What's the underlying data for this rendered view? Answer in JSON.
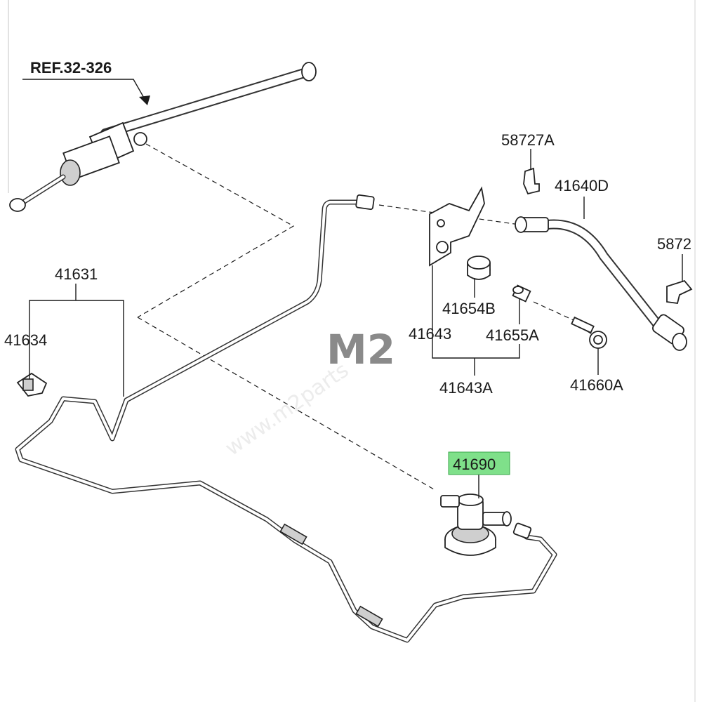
{
  "diagram": {
    "labels": {
      "ref": "REF.32-326",
      "l41631": "41631",
      "l41634": "41634",
      "l58727A": "58727A",
      "l41640D": "41640D",
      "l5872_cut": "5872",
      "l41643": "41643",
      "l41654B": "41654B",
      "l41655A": "41655A",
      "l41643A": "41643A",
      "l41660A": "41660A",
      "l41690": "41690"
    },
    "highlight_color": "#7fe08a",
    "watermark": "M2"
  }
}
